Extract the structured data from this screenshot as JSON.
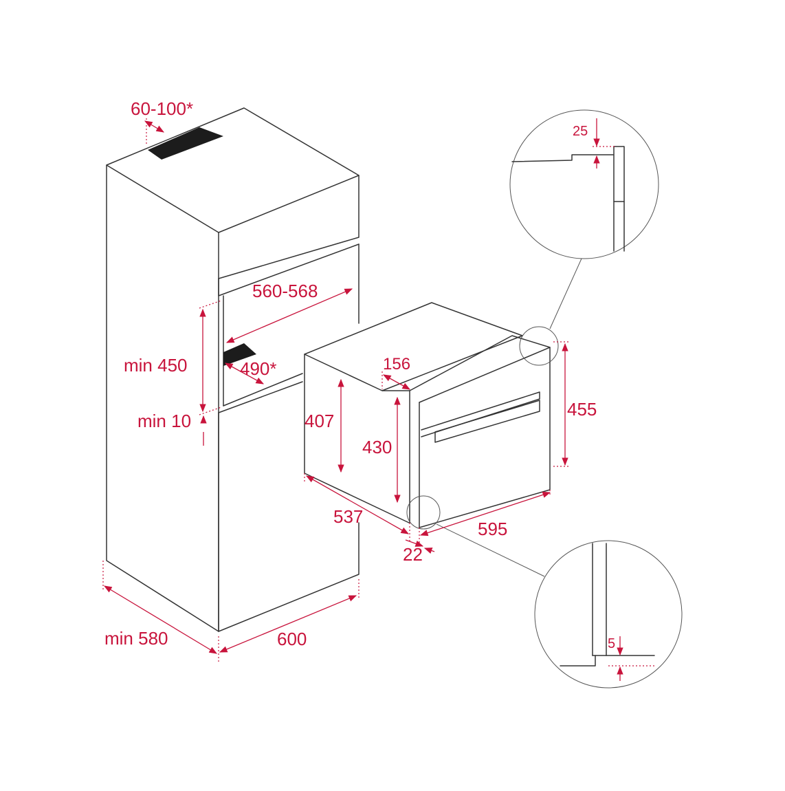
{
  "colors": {
    "outline": "#333333",
    "dimension": "#c8143c",
    "vent": "#1c1c1c",
    "background": "#ffffff"
  },
  "dimensions": {
    "ventilation_gap": "60-100*",
    "niche_width": "560-568",
    "niche_height": "min 450",
    "bottom_vent_depth": "490*",
    "min_bottom_clearance": "min 10",
    "cabinet_depth": "min 580",
    "cabinet_width": "600",
    "oven_body_depth": "537",
    "oven_body_height": "407",
    "oven_step": "156",
    "oven_front_height": "430",
    "oven_total_height": "455",
    "oven_width": "595",
    "door_thickness": "22",
    "detail_top_gap": "25",
    "detail_bottom_gap": "5"
  }
}
